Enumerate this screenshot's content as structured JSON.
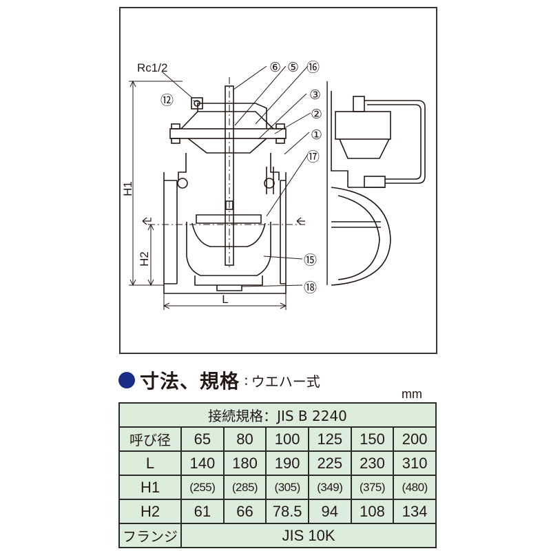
{
  "drawing": {
    "labels": {
      "rc": "Rc1/2",
      "h1": "H1",
      "h2": "H2",
      "l": "L"
    },
    "part_numbers": [
      "⑥",
      "⑤",
      "⑯",
      "⑫",
      "③",
      "②",
      "①",
      "⑰",
      "⑮",
      "⑱"
    ]
  },
  "spec": {
    "title": "寸法、規格",
    "separator": ":",
    "subtitle": "ウエハー式",
    "unit": "mm"
  },
  "table": {
    "connection_label": "接続規格：JIS B 2240",
    "header": {
      "label": "呼び径",
      "values": [
        "65",
        "80",
        "100",
        "125",
        "150",
        "200"
      ]
    },
    "rows": [
      {
        "label": "L",
        "values": [
          "140",
          "180",
          "190",
          "225",
          "230",
          "310"
        ]
      },
      {
        "label": "H1",
        "values": [
          "(255)",
          "(285)",
          "(305)",
          "(349)",
          "(375)",
          "(480)"
        ]
      },
      {
        "label": "H2",
        "values": [
          "61",
          "66",
          "78.5",
          "94",
          "108",
          "134"
        ]
      }
    ],
    "flange": {
      "label": "フランジ",
      "value": "JIS 10K"
    }
  },
  "colors": {
    "bullet": "#1d2c84",
    "table_background": "#ddeddb",
    "line": "#231815"
  }
}
